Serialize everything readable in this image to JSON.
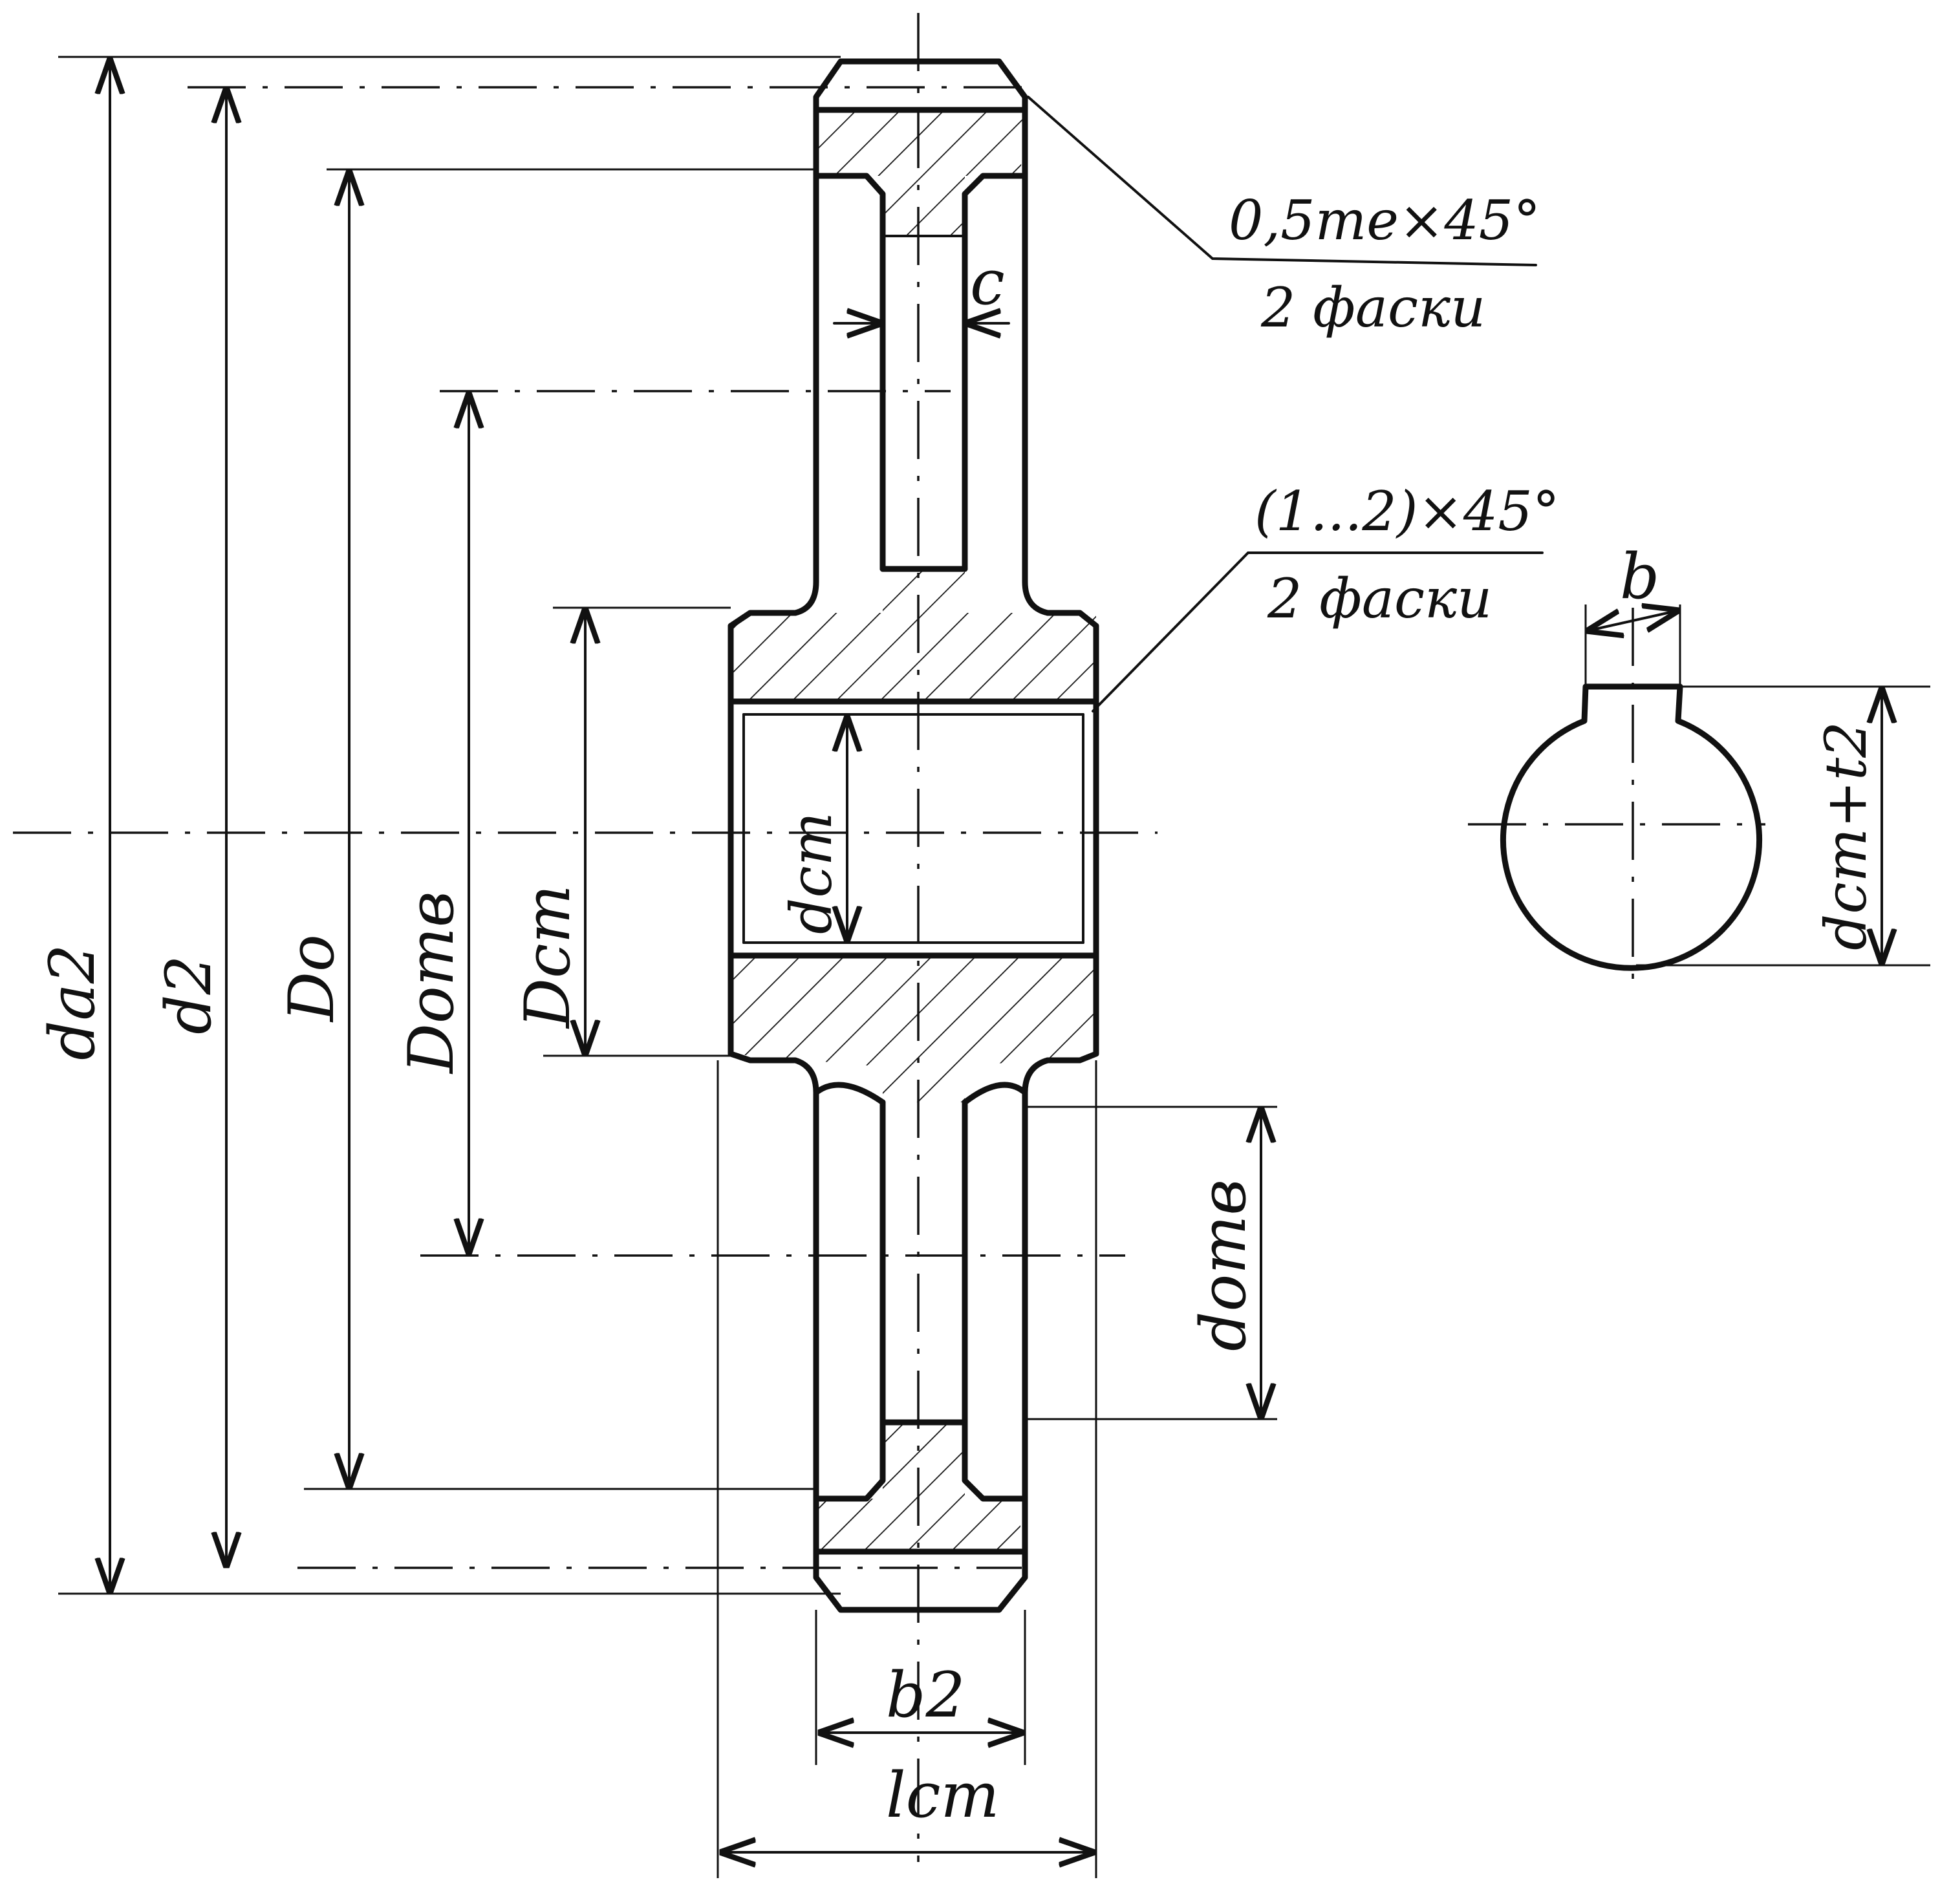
{
  "labels": {
    "da2": "da2",
    "d2": "d2",
    "D0": "Do",
    "Dotv": "Dотв",
    "Dst": "Dст",
    "dst": "dст",
    "dotv": "dотв",
    "c": "c",
    "b2": "b2",
    "lst": "lст",
    "b": "b",
    "dst_t2": "dст+t2"
  },
  "notes": {
    "chamfer_rim": "0,5mе×45°",
    "chamfer_rim_sub": "2 фаски",
    "chamfer_hub": "(1...2)×45°",
    "chamfer_hub_sub": "2 фаски"
  }
}
